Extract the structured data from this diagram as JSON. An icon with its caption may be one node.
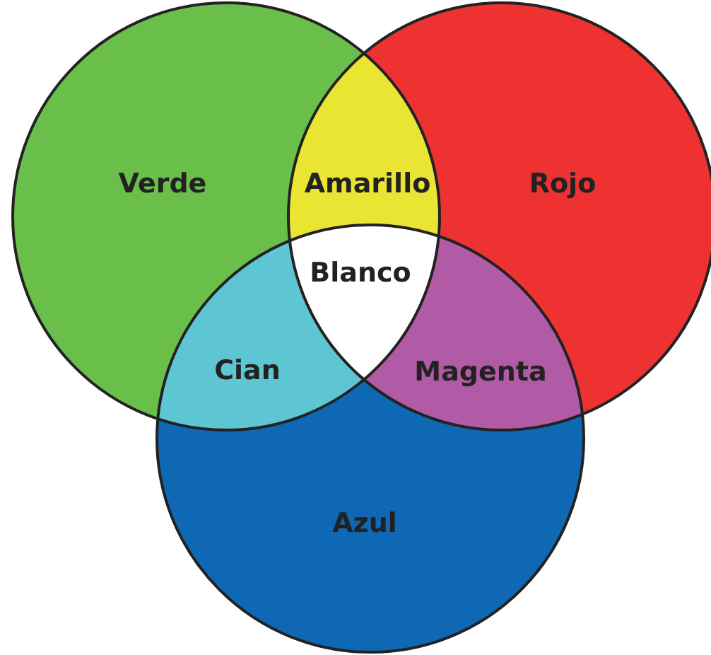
{
  "diagram": {
    "nodes": [
      {
        "text": [
          "Verde"
        ]
      },
      {
        "text": [
          "Amarillo"
        ]
      },
      {
        "text": [
          "Rojo"
        ]
      },
      {
        "text": [
          "Blanco"
        ]
      },
      {
        "text": [
          "Cian"
        ]
      },
      {
        "text": [
          "Magenta"
        ]
      },
      {
        "text": [
          "Azul"
        ]
      }
    ]
  }
}
